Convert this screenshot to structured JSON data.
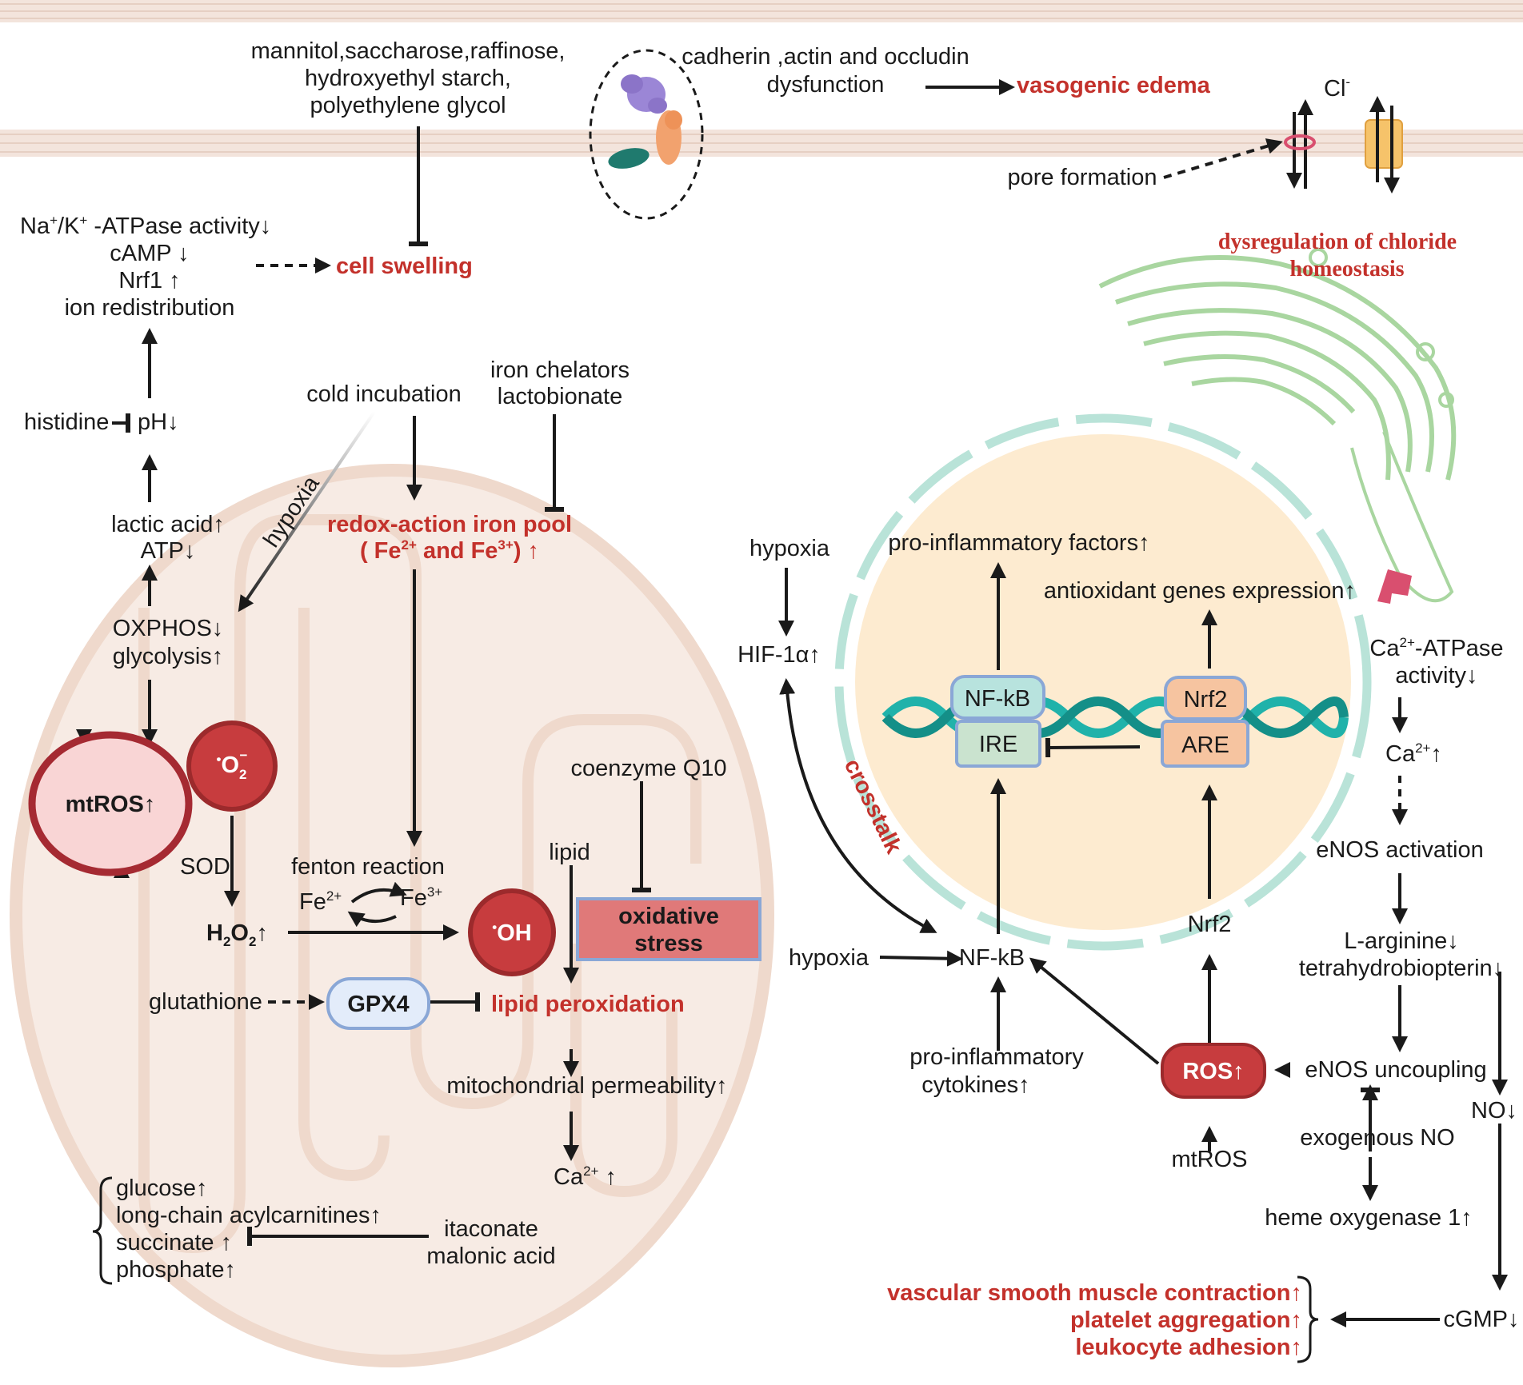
{
  "membrane": {
    "osmotic_agents": [
      "mannitol,saccharose,raffinose,",
      "hydroxyethyl starch,",
      "polyethylene glycol"
    ],
    "junction_dysfunction": [
      "cadherin ,actin and occludin",
      "dysfunction"
    ],
    "vasogenic_edema": "vasogenic edema",
    "chloride_ion": "Cl",
    "chloride_charge": "-",
    "pore_formation": "pore formation",
    "chloride_dysregulation": [
      "dysregulation of chloride",
      "homeostasis"
    ]
  },
  "left": {
    "atpase_line": {
      "pre": "Na",
      "sup1": "+",
      "mid": "/K",
      "sup2": "+",
      "post": " -ATPase activity",
      "arrow": "↓"
    },
    "camp": "cAMP ↓",
    "nrf1": "Nrf1 ↑",
    "ion_redistribution": "ion redistribution",
    "cell_swelling": "cell swelling",
    "histidine": "histidine",
    "ph": "pH↓",
    "lactic_acid": "lactic acid↑",
    "atp": "ATP↓",
    "oxphos": "OXPHOS↓",
    "glycolysis": "glycolysis↑",
    "cold_incubation": "cold incubation",
    "hypoxia": "hypoxia",
    "iron_chelators": [
      "iron chelators",
      "lactobionate"
    ],
    "redox_iron_pool": "redox-action iron pool",
    "iron_forms": {
      "open": "( Fe",
      "sup1": "2+",
      "mid": " and Fe",
      "sup2": "3+",
      "close": ") ↑"
    },
    "superoxide": {
      "dot": "•",
      "o": "O",
      "sub": "2",
      "sup": "−"
    },
    "mtros": "mtROS↑",
    "sod": "SOD",
    "h2o2": {
      "h": "H",
      "s1": "2",
      "o": "O",
      "s2": "2",
      "arrow": "↑"
    },
    "fenton": "fenton reaction",
    "fe2": {
      "base": "Fe",
      "sup": "2+"
    },
    "fe3": {
      "base": "Fe",
      "sup": "3+"
    },
    "hydroxyl": {
      "dot": "•",
      "label": "OH"
    },
    "coq10": "coenzyme Q10",
    "lipid": "lipid",
    "oxidative_stress": [
      "oxidative",
      "stress"
    ],
    "glutathione": "glutathione",
    "gpx4": "GPX4",
    "lipid_peroxidation": "lipid peroxidation",
    "mito_permeability": "mitochondrial permeability↑",
    "ca_left": {
      "base": "Ca",
      "sup": "2+",
      "arrow": " ↑"
    },
    "metabolites": [
      "glucose↑",
      "long-chain acylcarnitines↑",
      "succinate ↑",
      "phosphate↑"
    ],
    "inhibitors": [
      "itaconate",
      "malonic acid"
    ]
  },
  "right": {
    "hypoxia_top": "hypoxia",
    "hif": "HIF-1α↑",
    "crosstalk": "crosstalk",
    "pro_inflammatory_factors": "pro-inflammatory factors↑",
    "antioxidant_genes": "antioxidant genes expression↑",
    "nfkb_box": "NF-kB",
    "ire_box": "IRE",
    "nrf2_box": "Nrf2",
    "are_box": "ARE",
    "nrf2": "Nrf2",
    "hypoxia_bottom": "hypoxia",
    "nfkb": "NF-kB",
    "cytokines": [
      "pro-inflammatory",
      "cytokines↑"
    ],
    "ros": "ROS↑",
    "mtros": "mtROS",
    "ca_atpase": {
      "base": "Ca",
      "sup": "2+",
      "post": "-ATPase",
      "line2": "activity↓"
    },
    "ca_right": {
      "base": "Ca",
      "sup": "2+",
      "arrow": "↑"
    },
    "enos_activation": "eNOS activation",
    "l_arginine": "L-arginine↓",
    "bh4": "tetrahydrobiopterin↓",
    "enos_uncoupling": "eNOS uncoupling",
    "no": "NO↓",
    "exogenous_no": "exogenous NO",
    "ho1": "heme oxygenase 1↑",
    "cgmp": "cGMP↓",
    "outcomes": [
      "vascular smooth muscle contraction↑",
      "platelet aggregation↑",
      "leukocyte adhesion↑"
    ]
  },
  "colors": {
    "red": "#c3312b",
    "mito": "#f0d9cb",
    "nucleus": "#fdebd0",
    "envelope": "#b9e3d8",
    "golgi": "#a9d6a0",
    "dna": "#20b2aa"
  }
}
